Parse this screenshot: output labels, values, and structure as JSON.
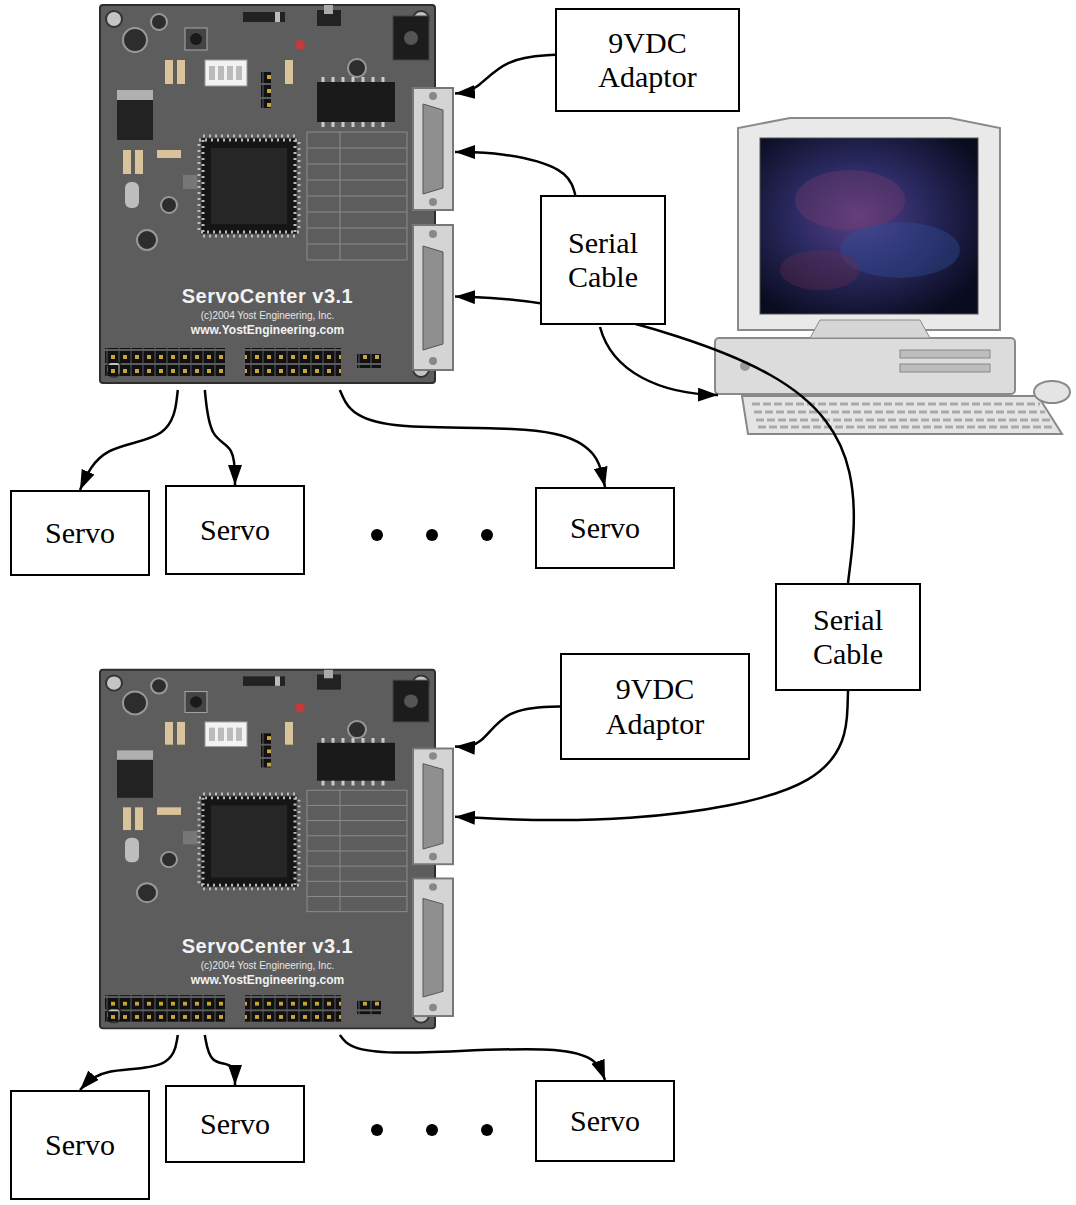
{
  "diagram": {
    "nodes": [
      {
        "text": [
          "ServoCenter v3.1",
          "(c)2004 Yost Engineering, Inc.",
          "www.YostEngineering.com"
        ]
      },
      {
        "text": [
          "9VDC Adaptor"
        ]
      },
      {
        "text": [
          "Serial Cable"
        ]
      },
      {
        "text": [
          "Servo"
        ]
      },
      {
        "text": [
          "Servo"
        ]
      },
      {
        "text": [
          "Servo"
        ]
      },
      {
        "text": [
          "Serial Cable"
        ]
      },
      {
        "text": [
          "9VDC Adaptor"
        ]
      },
      {
        "text": [
          "ServoCenter v3.1",
          "(c)2004 Yost Engineering, Inc.",
          "www.YostEngineering.com"
        ]
      },
      {
        "text": [
          "Servo"
        ]
      },
      {
        "text": [
          "Servo"
        ]
      },
      {
        "text": [
          "Servo"
        ]
      }
    ],
    "edges": [
      {
        "from": 1,
        "to": 0,
        "arrow": "to"
      },
      {
        "from": 2,
        "to": 0,
        "arrow": "to"
      },
      {
        "from": 0,
        "to": 3,
        "arrow": "to"
      },
      {
        "from": 0,
        "to": 4,
        "arrow": "to"
      },
      {
        "from": 0,
        "to": 5,
        "arrow": "to"
      },
      {
        "from": 6,
        "to": 0,
        "arrow": "to"
      },
      {
        "from": 6,
        "to": 8,
        "arrow": "to"
      },
      {
        "from": 7,
        "to": 8,
        "arrow": "to"
      },
      {
        "from": 8,
        "to": 9,
        "arrow": "to"
      },
      {
        "from": 8,
        "to": 10,
        "arrow": "to"
      },
      {
        "from": 8,
        "to": 11,
        "arrow": "to"
      }
    ]
  }
}
